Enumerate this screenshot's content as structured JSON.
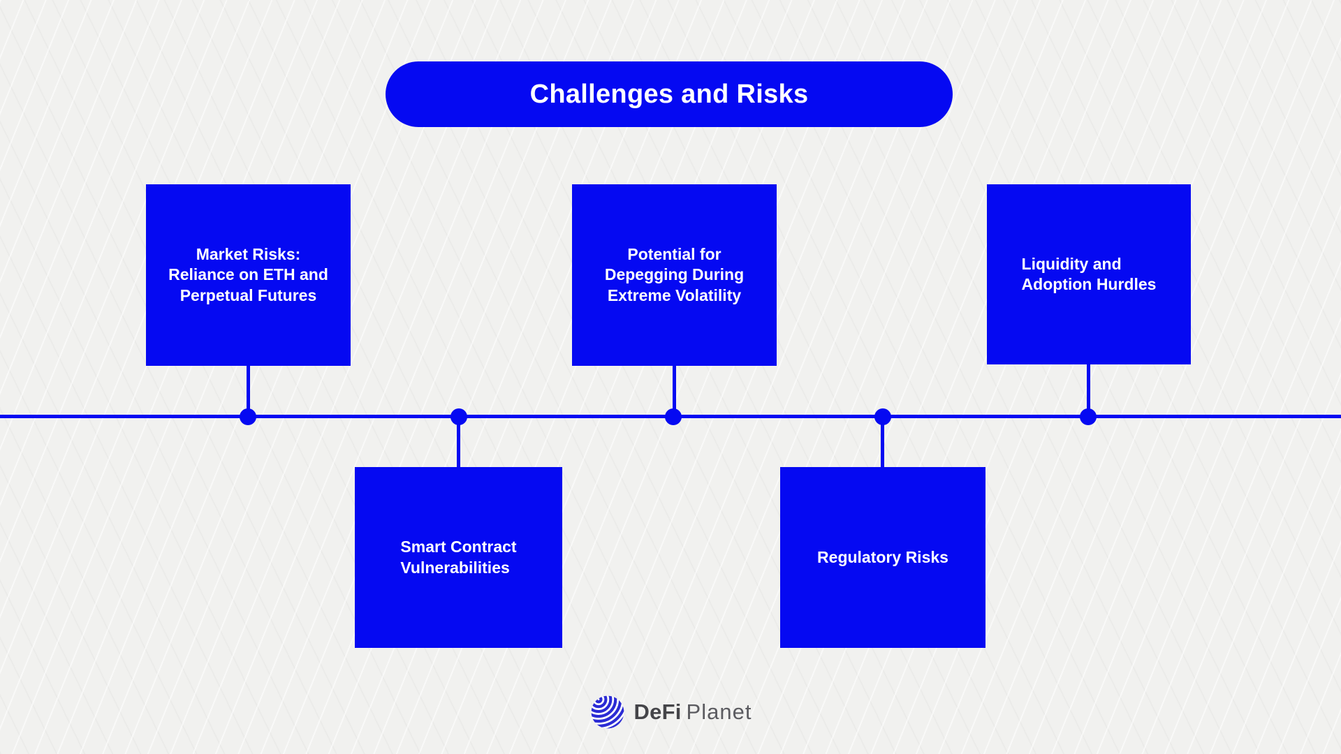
{
  "page": {
    "title": "Challenges and Risks"
  },
  "colors": {
    "accent_blue": "#0509f2",
    "globe_blue": "#2b2bd4",
    "background": "#f1f1ef",
    "text_on_blue": "#ffffff",
    "brand_text_dark": "#454549",
    "brand_text_light": "#5b5b60"
  },
  "nodes": [
    {
      "label": "Market Risks:\nReliance on ETH and\nPerpetual Futures"
    },
    {
      "label": "Smart Contract\nVulnerabilities"
    },
    {
      "label": "Potential for\nDepegging During\nExtreme Volatility"
    },
    {
      "label": "Regulatory Risks"
    },
    {
      "label": "Liquidity and\nAdoption Hurdles"
    }
  ],
  "footer": {
    "brand_bold": "DeFi",
    "brand_light": "Planet"
  }
}
